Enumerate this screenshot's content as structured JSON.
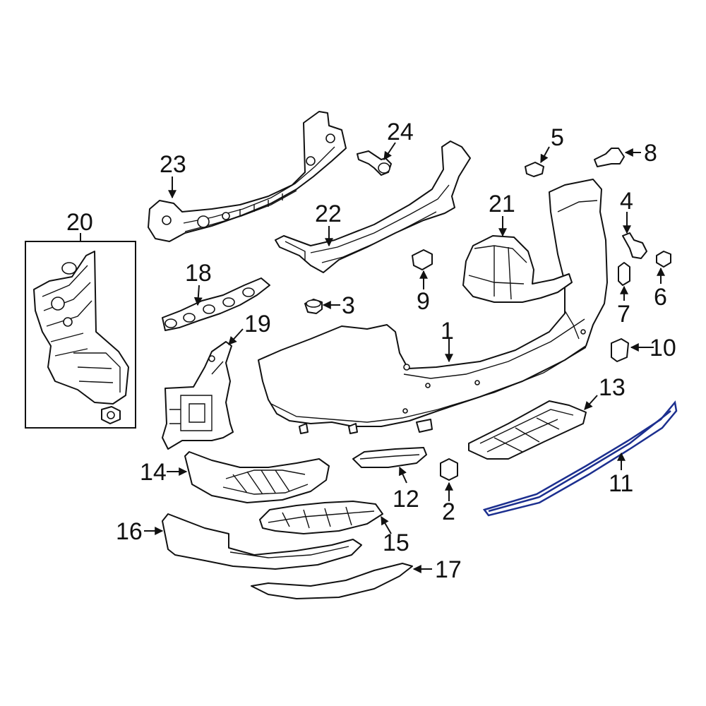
{
  "diagram": {
    "highlight_color": "#1c2f8f",
    "highlighted_part": "11",
    "callouts": {
      "p1": "1",
      "p2": "2",
      "p3": "3",
      "p4": "4",
      "p5": "5",
      "p6": "6",
      "p7": "7",
      "p8": "8",
      "p9": "9",
      "p10": "10",
      "p11": "11",
      "p12": "12",
      "p13": "13",
      "p14": "14",
      "p15": "15",
      "p16": "16",
      "p17": "17",
      "p18": "18",
      "p19": "19",
      "p20": "20",
      "p21": "21",
      "p22": "22",
      "p23": "23",
      "p24": "24"
    }
  }
}
